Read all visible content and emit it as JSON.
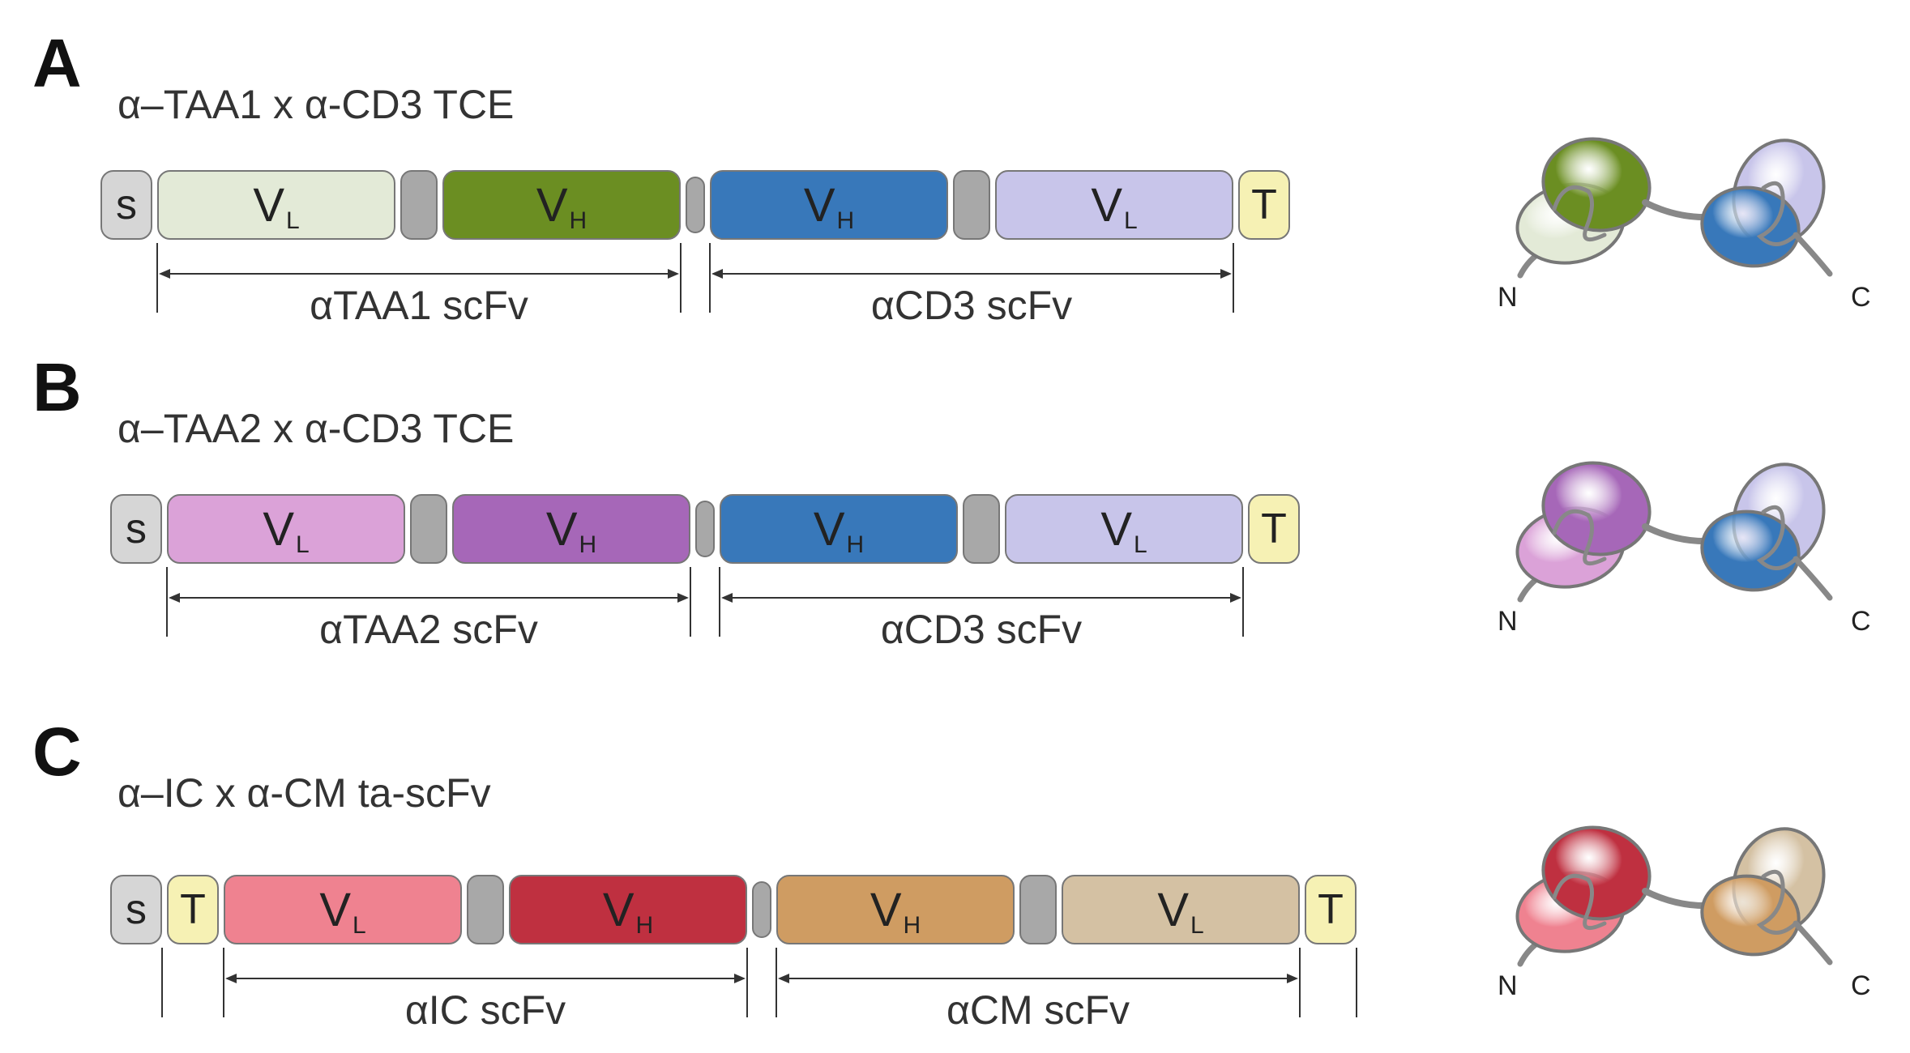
{
  "colors": {
    "signal": "#d6d6d6",
    "tag": "#f6f1b4",
    "linker": "#a8a8a8",
    "taa1_vl": "#e3ead7",
    "taa1_vh": "#6b8e22",
    "taa2_vl": "#dba2d8",
    "taa2_vh": "#a667b8",
    "cd3_vh": "#3878ba",
    "cd3_vl": "#c8c5ea",
    "ic_vl": "#ef8290",
    "ic_vh": "#bf3040",
    "cm_vh": "#cf9c62",
    "cm_vl": "#d4c1a3"
  },
  "panels": [
    {
      "letter": "A",
      "title": "α–TAA1 x α-CD3 TCE",
      "segments": [
        {
          "kind": "signal",
          "label": "s"
        },
        {
          "kind": "domain",
          "label": "V",
          "sub": "L",
          "color": "taa1_vl"
        },
        {
          "kind": "linker"
        },
        {
          "kind": "domain",
          "label": "V",
          "sub": "H",
          "color": "taa1_vh"
        },
        {
          "kind": "spacer"
        },
        {
          "kind": "domain",
          "label": "V",
          "sub": "H",
          "color": "cd3_vh"
        },
        {
          "kind": "linker"
        },
        {
          "kind": "domain",
          "label": "V",
          "sub": "L",
          "color": "cd3_vl"
        },
        {
          "kind": "tag",
          "label": "T"
        }
      ],
      "scfvs": [
        "αTAA1 scFv",
        "αCD3 scFv"
      ],
      "structure": {
        "left_back": "taa1_vl",
        "left_front": "taa1_vh",
        "right_back": "cd3_vl",
        "right_front": "cd3_vh",
        "n": "N",
        "c": "C"
      }
    },
    {
      "letter": "B",
      "title": "α–TAA2 x α-CD3 TCE",
      "segments": [
        {
          "kind": "signal",
          "label": "s"
        },
        {
          "kind": "domain",
          "label": "V",
          "sub": "L",
          "color": "taa2_vl"
        },
        {
          "kind": "linker"
        },
        {
          "kind": "domain",
          "label": "V",
          "sub": "H",
          "color": "taa2_vh"
        },
        {
          "kind": "spacer"
        },
        {
          "kind": "domain",
          "label": "V",
          "sub": "H",
          "color": "cd3_vh"
        },
        {
          "kind": "linker"
        },
        {
          "kind": "domain",
          "label": "V",
          "sub": "L",
          "color": "cd3_vl"
        },
        {
          "kind": "tag",
          "label": "T"
        }
      ],
      "scfvs": [
        "αTAA2 scFv",
        "αCD3 scFv"
      ],
      "structure": {
        "left_back": "taa2_vl",
        "left_front": "taa2_vh",
        "right_back": "cd3_vl",
        "right_front": "cd3_vh",
        "n": "N",
        "c": "C"
      }
    },
    {
      "letter": "C",
      "title": "α–IC x α-CM ta-scFv",
      "segments": [
        {
          "kind": "signal",
          "label": "s"
        },
        {
          "kind": "tag",
          "label": "T"
        },
        {
          "kind": "domain",
          "label": "V",
          "sub": "L",
          "color": "ic_vl"
        },
        {
          "kind": "linker"
        },
        {
          "kind": "domain",
          "label": "V",
          "sub": "H",
          "color": "ic_vh"
        },
        {
          "kind": "spacer"
        },
        {
          "kind": "domain",
          "label": "V",
          "sub": "H",
          "color": "cm_vh"
        },
        {
          "kind": "linker"
        },
        {
          "kind": "domain",
          "label": "V",
          "sub": "L",
          "color": "cm_vl"
        },
        {
          "kind": "tag",
          "label": "T"
        }
      ],
      "scfvs": [
        "αIC scFv",
        "αCM scFv"
      ],
      "structure": {
        "left_back": "ic_vl",
        "left_front": "ic_vh",
        "right_back": "cm_vl",
        "right_front": "cm_vh",
        "n": "N",
        "c": "C"
      }
    }
  ]
}
